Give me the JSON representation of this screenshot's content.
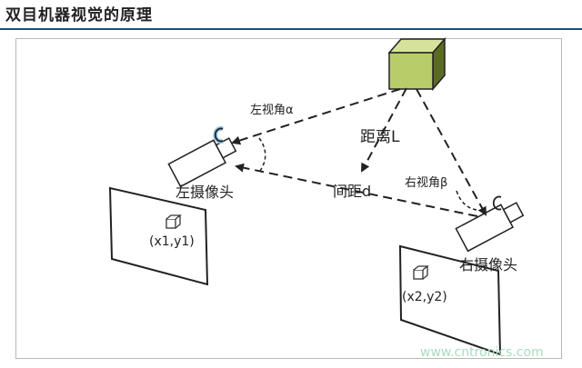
{
  "title": "双目机器视觉的原理",
  "labels": {
    "left_angle": "左视角α",
    "right_angle": "右视角β",
    "distance": "距离L",
    "spacing": "间距d",
    "left_camera": "左摄像头",
    "right_camera": "右摄像头",
    "left_coord": "(x1,y1)",
    "right_coord": "(x2,y2)"
  },
  "watermark": "www.cntronics.com",
  "colors": {
    "object_fill": "#b8cc6a",
    "object_side": "#5c6b22",
    "header_rule": "#1f4e79",
    "lens_highlight": "#9ac4e8",
    "watermark": "#a8dcc0"
  }
}
